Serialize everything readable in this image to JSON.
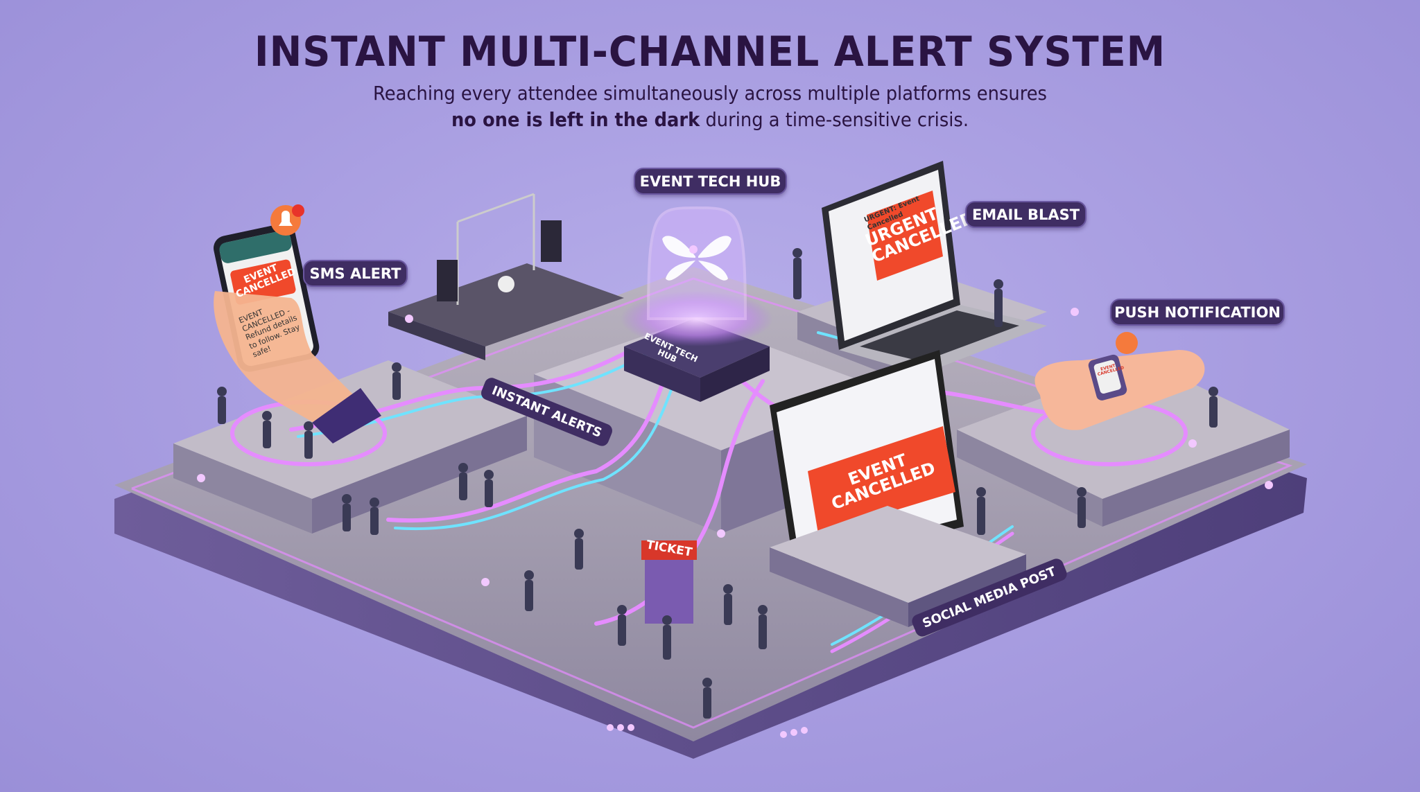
{
  "header": {
    "title": "INSTANT MULTI-CHANNEL ALERT SYSTEM",
    "subtitle_line1": "Reaching every attendee simultaneously across multiple platforms ensures",
    "subtitle_line2_bold": "no one is left in the dark",
    "subtitle_line2_rest": " during a time-sensitive crisis."
  },
  "labels": {
    "hub": "EVENT TECH HUB",
    "email": "EMAIL BLAST",
    "sms": "SMS ALERT",
    "push": "PUSH NOTIFICATION",
    "instant": "INSTANT ALERTS",
    "social": "SOCIAL MEDIA POST",
    "hub_plate": "EVENT TECH HUB",
    "ticket": "TICKET"
  },
  "screens": {
    "phone_banner": "EVENT CANCELLED",
    "phone_message": "EVENT CANCELLED - Refund details to follow. Stay safe!",
    "laptop_subject": "URGENT: Event Cancelled",
    "laptop_banner": "URGENT CANCELLED",
    "tablet_banner": "EVENT CANCELLED",
    "watch_banner": "EVENT CANCELLED"
  },
  "colors": {
    "background": "#a79ce0",
    "title": "#2a1442",
    "label_bg": "#3f2d63",
    "alert_red": "#f0492b",
    "neon_pink": "#e58cff",
    "neon_cyan": "#6fe3ff",
    "platform": "#a9a3ad"
  },
  "icons": [
    "bell-alert-icon",
    "butterfly-logo-icon"
  ]
}
